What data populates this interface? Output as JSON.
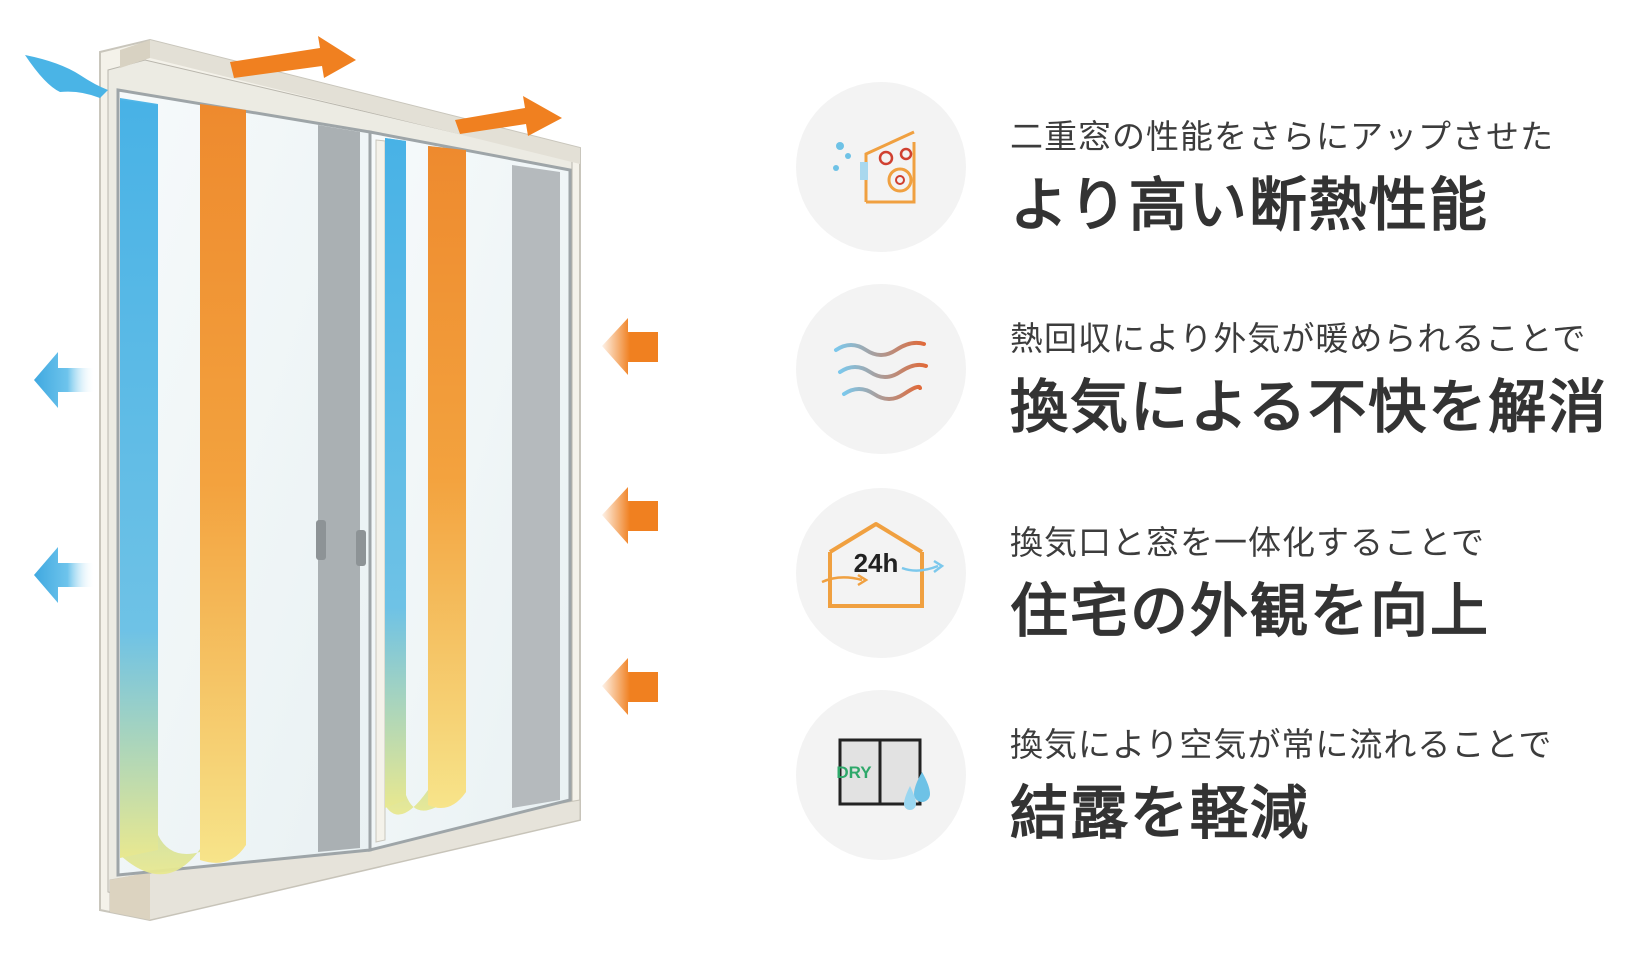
{
  "colors": {
    "warm": "#f08020",
    "cool": "#4ab4e6",
    "yellow": "#f7e58a",
    "frame": "#f4f2ea",
    "dry": "#2ea86a"
  },
  "illustration": {
    "icons": [
      "cool-air-arrow-icon",
      "warm-air-arrow-icon",
      "double-window-frame"
    ]
  },
  "features": [
    {
      "icon": "house-heat-icon",
      "sub": "二重窓の性能をさらにアップさせた",
      "main": "より高い断熱性能"
    },
    {
      "icon": "airflow-waves-icon",
      "sub": "熱回収により外気が暖められることで",
      "main": "換気による不快を解消"
    },
    {
      "icon": "house-24h-icon",
      "icon_text": "24h",
      "sub": "換気口と窓を一体化することで",
      "main": "住宅の外観を向上"
    },
    {
      "icon": "window-dry-icon",
      "icon_text": "DRY",
      "sub": "換気により空気が常に流れることで",
      "main": "結露を軽減"
    }
  ]
}
